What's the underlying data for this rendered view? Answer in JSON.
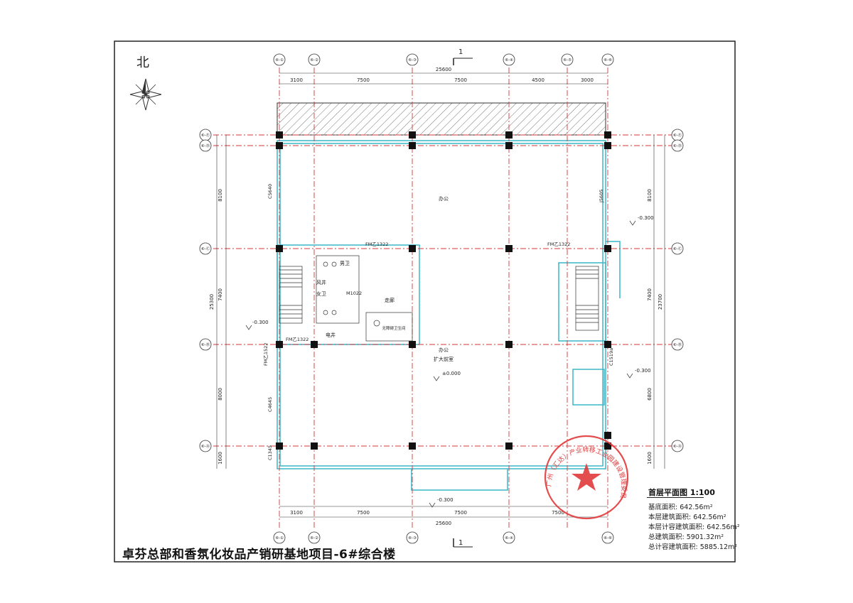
{
  "project_title": "卓芬总部和香氛化妆品产销研基地项目-6#综合楼",
  "north_label": "北",
  "plan_title": "首层平面图 1:100",
  "area_rows": [
    {
      "label": "基底面积:",
      "value": "642.56m²"
    },
    {
      "label": "本层建筑面积:",
      "value": "642.56m²"
    },
    {
      "label": "本层计容建筑面积:",
      "value": "642.56m²"
    },
    {
      "label": "总建筑面积:",
      "value": "5901.32m²"
    },
    {
      "label": "总计容建筑面积:",
      "value": "5885.12m²"
    }
  ],
  "section_mark": "1",
  "grid_axes_top": [
    "⑥-①",
    "⑥-②",
    "⑥-③",
    "⑥-④",
    "⑥-⑤",
    "⑥-⑥"
  ],
  "grid_axes_side": [
    "⑥-Ⓐ",
    "⑥-Ⓑ",
    "⑥-Ⓒ",
    "⑥-Ⓓ",
    "⑥-Ⓔ"
  ],
  "dims_top": [
    "3100",
    "7500",
    "7500",
    "4500",
    "3000"
  ],
  "dims_total": "25600",
  "dims_bottom": [
    "3100",
    "7500",
    "7500",
    "7500"
  ],
  "dims_left": [
    "8100",
    "7400",
    "8000",
    "1600"
  ],
  "dims_left_total": "25300",
  "dims_right": [
    "8100",
    "7400",
    "6800",
    "1600"
  ],
  "dims_right_total": "23700",
  "room_labels": [
    "办公",
    "办公",
    "扩大前室",
    "男卫",
    "女卫",
    "电井",
    "风井",
    "走廊",
    "无障碍卫生间"
  ],
  "level_marks": [
    "±0.000",
    "-0.300",
    "-0.300",
    "-0.300",
    "-0.300"
  ],
  "stamp_text": "广州（汇达）产业转移工业园建设管理委员会",
  "misc_labels": [
    "M1022",
    "FM乙1322",
    "FM乙1522",
    "C5640",
    "C4645",
    "C1345",
    "C1519a",
    "J5605"
  ]
}
